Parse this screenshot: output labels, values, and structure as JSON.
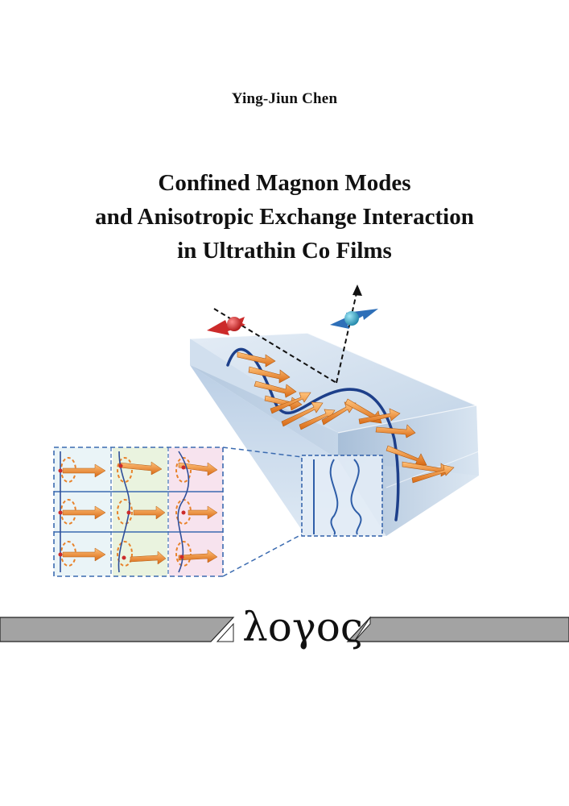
{
  "cover": {
    "author": "Ying-Jiun Chen",
    "title_lines": [
      "Confined Magnon Modes",
      "and Anisotropic Exchange Interaction",
      "in Ultrathin Co Films"
    ],
    "publisher_logo": "λογος"
  },
  "colors": {
    "wave": "#1d3f8a",
    "arrow": "#e8822a",
    "electron_in": "#cc2a2a",
    "electron_out": "#2a8fb5",
    "film": "#c7d9ec",
    "band_gray": "#a3a3a3",
    "panel1": "#eaf4f7",
    "panel2": "#eaf3df",
    "panel3": "#f7e3ee"
  }
}
